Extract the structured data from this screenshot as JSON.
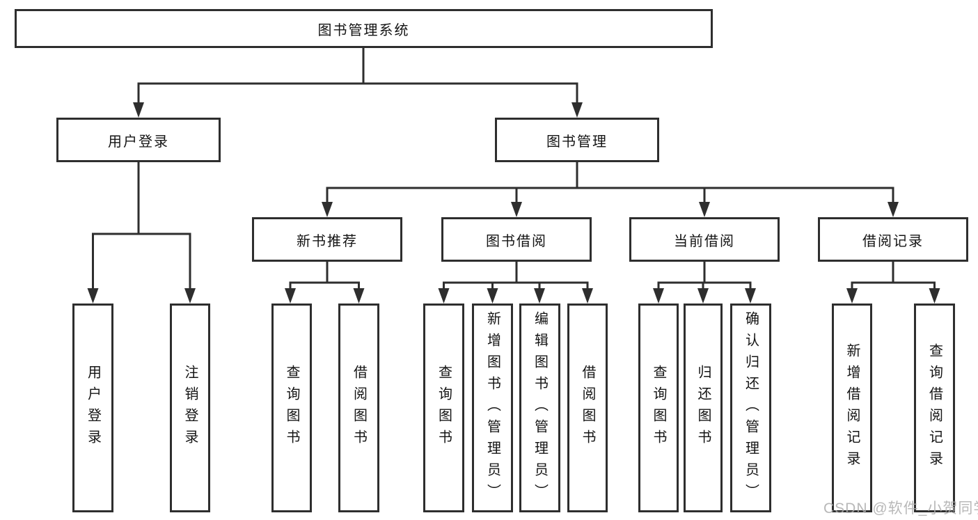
{
  "diagram": {
    "root": {
      "label": "图书管理系统"
    },
    "branches": [
      {
        "label": "用户登录",
        "children": [
          {
            "label": "用户登录"
          },
          {
            "label": "注销登录"
          }
        ]
      },
      {
        "label": "图书管理",
        "children": [
          {
            "label": "新书推荐",
            "children": [
              {
                "label": "查询图书"
              },
              {
                "label": "借阅图书"
              }
            ]
          },
          {
            "label": "图书借阅",
            "children": [
              {
                "label": "查询图书"
              },
              {
                "label": "新增图书（管理员）"
              },
              {
                "label": "编辑图书（管理员）"
              },
              {
                "label": "借阅图书"
              }
            ]
          },
          {
            "label": "当前借阅",
            "children": [
              {
                "label": "查询图书"
              },
              {
                "label": "归还图书"
              },
              {
                "label": "确认归还（管理员）"
              }
            ]
          },
          {
            "label": "借阅记录",
            "children": [
              {
                "label": "新增借阅记录"
              },
              {
                "label": "查询借阅记录"
              }
            ]
          }
        ]
      }
    ],
    "watermark": "CSDN @软件_小贺同学",
    "colors": {
      "line": "#2e2e2e",
      "box_border": "#2e2e2e",
      "box_background": "#ffffff",
      "text": "#141414",
      "watermark": "#acacac",
      "background": "#ffffff"
    }
  }
}
